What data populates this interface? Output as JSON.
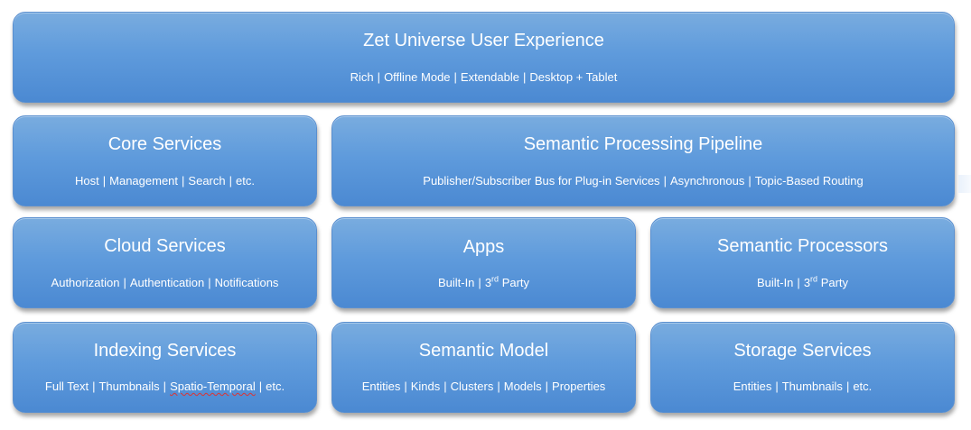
{
  "blocks": {
    "ux": {
      "title": "Zet Universe User Experience",
      "items": [
        "Rich",
        "Offline Mode",
        "Extendable",
        "Desktop + Tablet"
      ]
    },
    "core": {
      "title": "Core Services",
      "items": [
        "Host",
        "Management",
        "Search",
        "etc."
      ]
    },
    "pipeline": {
      "title": "Semantic Processing Pipeline",
      "items": [
        "Publisher/Subscriber Bus for Plug-in Services",
        "Asynchronous",
        "Topic-Based Routing"
      ]
    },
    "cloud": {
      "title": "Cloud Services",
      "items": [
        "Authorization",
        "Authentication",
        "Notifications"
      ]
    },
    "apps": {
      "title": "Apps",
      "builtin": "Built-In",
      "third_num": "3",
      "third_sup": "rd",
      "third_word": "Party"
    },
    "processors": {
      "title": "Semantic Processors",
      "builtin": "Built-In",
      "third_num": "3",
      "third_sup": "rd",
      "third_word": "Party"
    },
    "indexing": {
      "title": "Indexing Services",
      "items": [
        "Full Text",
        "Thumbnails",
        "Spatio-Temporal",
        "etc."
      ]
    },
    "model": {
      "title": "Semantic Model",
      "items": [
        "Entities",
        "Kinds",
        "Clusters",
        "Models",
        "Properties"
      ]
    },
    "storage": {
      "title": "Storage Services",
      "items": [
        "Entities",
        "Thumbnails",
        "etc."
      ]
    }
  },
  "separator": "|"
}
